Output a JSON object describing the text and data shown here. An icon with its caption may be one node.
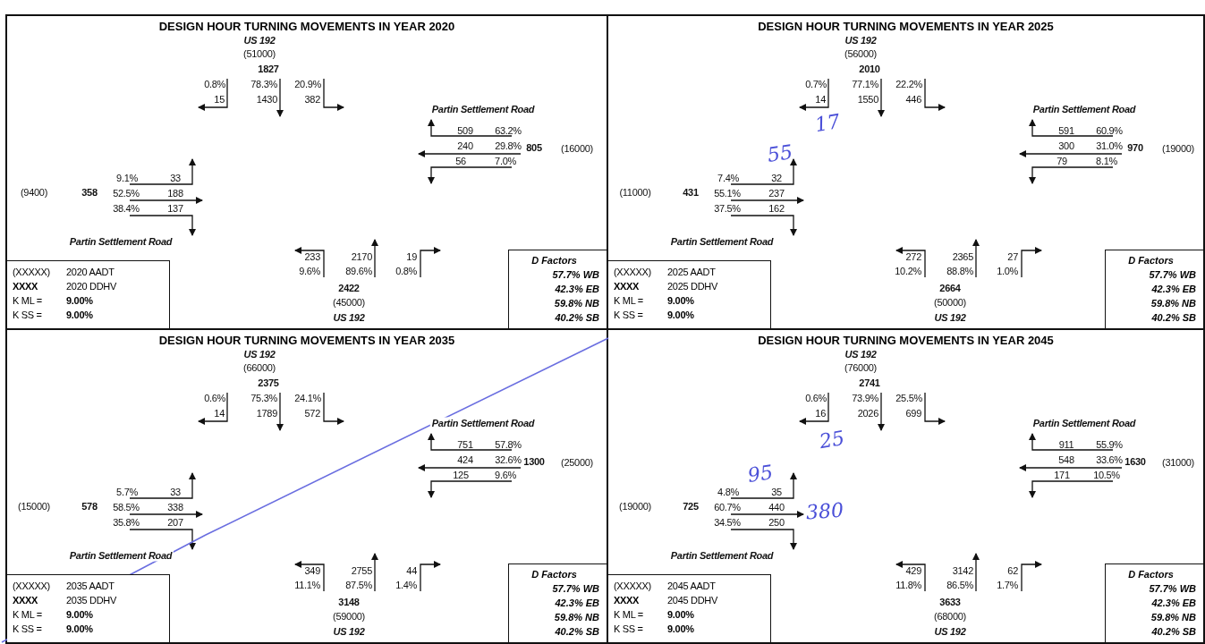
{
  "diagram": {
    "nodes": [
      {
        "text": [
          "DESIGN HOUR TURNING MOVEMENTS IN YEAR 2020"
        ]
      },
      {
        "text": [
          "(XXXXX)",
          "2020 AADT",
          "XXXX",
          "2020 DDHV",
          "K ML =",
          "9.00%",
          "K SS =",
          "9.00%"
        ],
        "in": 0
      },
      {
        "text": [
          "D Factors",
          "57.7% WB",
          "42.3% EB",
          "59.8% NB",
          "40.2% SB"
        ],
        "in": 0
      },
      {
        "text": [
          "DESIGN HOUR TURNING MOVEMENTS IN YEAR 2025"
        ]
      },
      {
        "text": [
          "(XXXXX)",
          "2025 AADT",
          "XXXX",
          "2025 DDHV",
          "K ML =",
          "9.00%",
          "K SS =",
          "9.00%"
        ],
        "in": 3
      },
      {
        "text": [
          "D Factors",
          "57.7% WB",
          "42.3% EB",
          "59.8% NB",
          "40.2% SB"
        ],
        "in": 3
      },
      {
        "text": [
          "DESIGN HOUR TURNING MOVEMENTS IN YEAR 2035"
        ]
      },
      {
        "text": [
          "(XXXXX)",
          "2035 AADT",
          "XXXX",
          "2035 DDHV",
          "K ML =",
          "9.00%",
          "K SS =",
          "9.00%"
        ],
        "in": 6
      },
      {
        "text": [
          "D Factors",
          "57.7% WB",
          "42.3% EB",
          "59.8% NB",
          "40.2% SB"
        ],
        "in": 6
      },
      {
        "text": [
          "DESIGN HOUR TURNING MOVEMENTS IN YEAR 2045"
        ]
      },
      {
        "text": [
          "(XXXXX)",
          "2045 AADT",
          "XXXX",
          "2045 DDHV",
          "K ML =",
          "9.00%",
          "K SS =",
          "9.00%"
        ],
        "in": 9
      },
      {
        "text": [
          "D Factors",
          "57.7% WB",
          "42.3% EB",
          "59.8% NB",
          "40.2% SB"
        ],
        "in": 9
      }
    ],
    "labels": [
      "US 192",
      "(51000)",
      "1827",
      "0.8%",
      "78.3%",
      "20.9%",
      "15",
      "1430",
      "382",
      "Partin Settlement Road",
      "509",
      "63.2%",
      "240",
      "29.8%",
      "805",
      "(16000)",
      "56",
      "7.0%",
      "9.1%",
      "33",
      "(9400)",
      "358",
      "52.5%",
      "188",
      "38.4%",
      "137",
      "Partin Settlement Road",
      "233",
      "2170",
      "19",
      "9.6%",
      "89.6%",
      "0.8%",
      "2422",
      "(45000)",
      "US 192",
      "US 192",
      "(56000)",
      "2010",
      "0.7%",
      "77.1%",
      "22.2%",
      "14",
      "1550",
      "446",
      "Partin Settlement Road",
      "591",
      "60.9%",
      "300",
      "31.0%",
      "970",
      "(19000)",
      "79",
      "8.1%",
      "7.4%",
      "32",
      "(11000)",
      "431",
      "55.1%",
      "237",
      "37.5%",
      "162",
      "Partin Settlement Road",
      "272",
      "2365",
      "27",
      "10.2%",
      "88.8%",
      "1.0%",
      "2664",
      "(50000)",
      "US 192",
      "US 192",
      "(66000)",
      "2375",
      "0.6%",
      "75.3%",
      "24.1%",
      "14",
      "1789",
      "572",
      "Partin Settlement Road",
      "751",
      "57.8%",
      "424",
      "32.6%",
      "1300",
      "(25000)",
      "125",
      "9.6%",
      "5.7%",
      "33",
      "(15000)",
      "578",
      "58.5%",
      "338",
      "35.8%",
      "207",
      "Partin Settlement Road",
      "349",
      "2755",
      "44",
      "11.1%",
      "87.5%",
      "1.4%",
      "3148",
      "(59000)",
      "US 192",
      "US 192",
      "(76000)",
      "2741",
      "0.6%",
      "73.9%",
      "25.5%",
      "16",
      "2026",
      "699",
      "Partin Settlement Road",
      "911",
      "55.9%",
      "548",
      "33.6%",
      "1630",
      "(31000)",
      "171",
      "10.5%",
      "4.8%",
      "35",
      "(19000)",
      "725",
      "60.7%",
      "440",
      "34.5%",
      "250",
      "Partin Settlement Road",
      "429",
      "3142",
      "62",
      "11.8%",
      "86.5%",
      "1.7%",
      "3633",
      "(68000)",
      "US 192",
      "17",
      "55",
      "25",
      "95",
      "380"
    ]
  }
}
